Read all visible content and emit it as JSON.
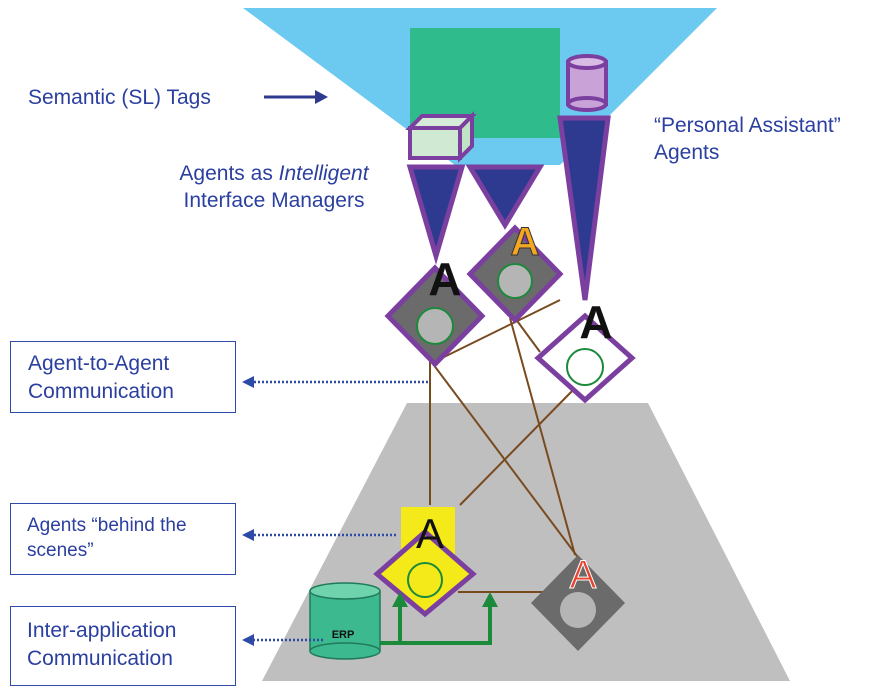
{
  "labels": {
    "semantic_tags": "Semantic (SL) Tags",
    "personal_assistant_line1": "“Personal Assistant”",
    "personal_assistant_line2": "Agents",
    "interface_managers_prefix": "Agents as ",
    "interface_managers_italic": "Intelligent",
    "interface_managers_line2": "Interface Managers"
  },
  "boxes": {
    "agent_to_agent": {
      "line1": "Agent-to-Agent",
      "line2": "Communication"
    },
    "behind_scenes": {
      "line1": "Agents “behind the",
      "line2": "scenes”"
    },
    "inter_application": {
      "line1": "Inter-application",
      "line2": "Communication"
    }
  },
  "agents": {
    "agent_interface_left": "A",
    "agent_interface_mid": "A",
    "agent_personal": "A",
    "agent_behind_yellow": "A",
    "agent_behind_red": "A"
  },
  "erp_label": "ERP",
  "colors": {
    "funnel": "#6ccaf0",
    "green_block": "#2fbb8c",
    "gray_base": "#bfbfbf",
    "purple": "#7b3fa0",
    "navy": "#2e3a8f",
    "connector": "#7a4a1f",
    "green_arrow": "#1b8a3a",
    "text_blue": "#2a3f9f",
    "agent_orange": "#f5a623",
    "agent_red": "#e8432f",
    "agent_yellow": "#f4ea1a"
  }
}
